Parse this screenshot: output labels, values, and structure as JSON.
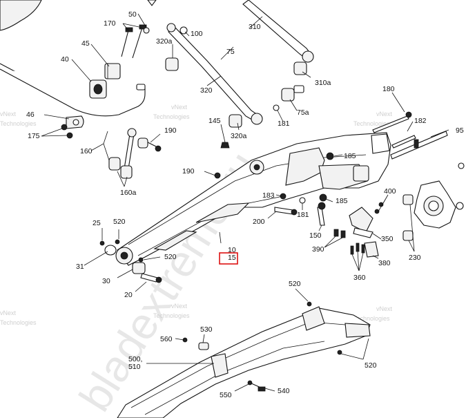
{
  "watermark": "bladextreme.ru",
  "watermark_small": [
    "vNext",
    "Technologies"
  ],
  "labels": {
    "l10": "10",
    "l15": "15",
    "l20": "20",
    "l25": "25",
    "l30": "30",
    "l31": "31",
    "l40": "40",
    "l45": "45",
    "l46": "46",
    "l50": "50",
    "l75": "75",
    "l75a": "75a",
    "l95": "95",
    "l100": "100",
    "l145": "145",
    "l150": "150",
    "l160": "160",
    "l160a": "160a",
    "l170": "170",
    "l175": "175",
    "l180": "180",
    "l181a": "181",
    "l181b": "181",
    "l182": "182",
    "l183": "183",
    "l185a": "185",
    "l185b": "185",
    "l190a": "190",
    "l190b": "190",
    "l200": "200",
    "l230": "230",
    "l310": "310",
    "l310a": "310a",
    "l320": "320",
    "l320a": "320a",
    "l320a2": "320a",
    "l350": "350",
    "l360": "360",
    "l380": "380",
    "l390": "390",
    "l400": "400",
    "l500": "500,",
    "l510": "510",
    "l520a": "520",
    "l520b": "520",
    "l520c": "520",
    "l520d": "520",
    "l530": "530",
    "l540": "540",
    "l550": "550",
    "l560": "560"
  },
  "highlight": {
    "label": "15",
    "color": "#d11111"
  }
}
